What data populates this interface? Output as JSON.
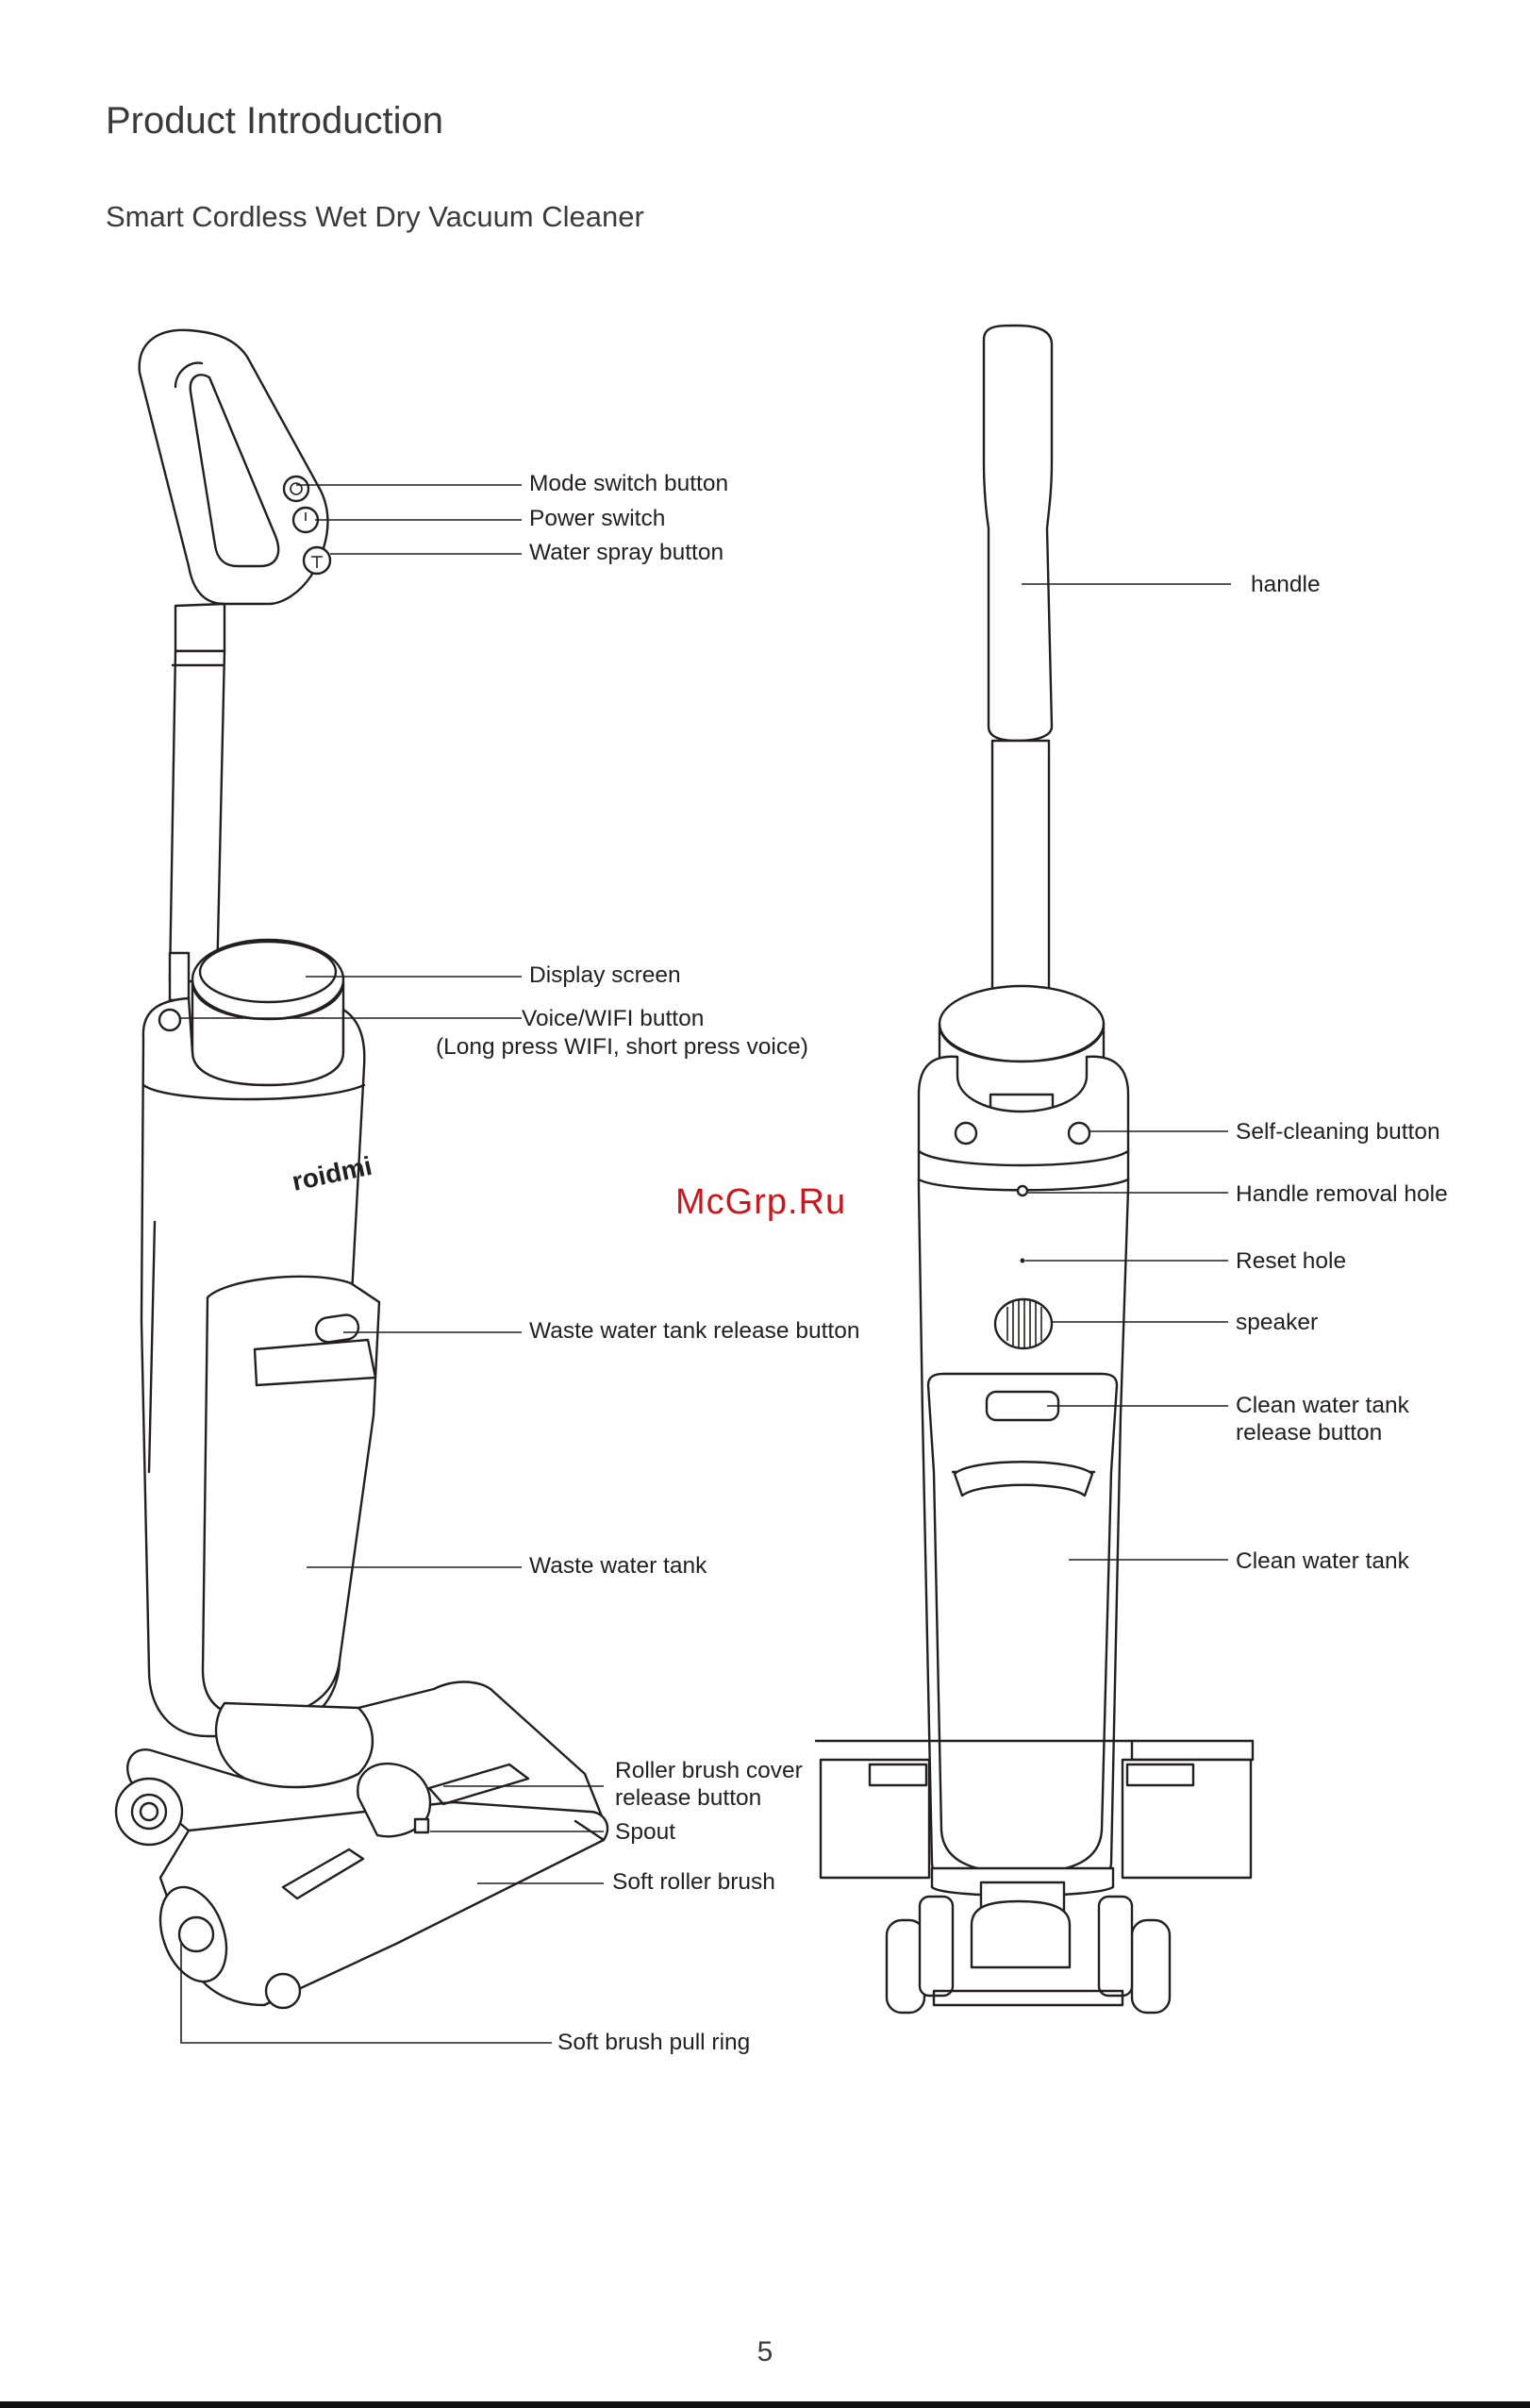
{
  "page": {
    "title": "Product Introduction",
    "subtitle": "Smart Cordless Wet Dry Vacuum Cleaner",
    "page_number": "5",
    "watermark": "McGrp.Ru",
    "brand_mark": "roidmi"
  },
  "front_view": {
    "labels": [
      {
        "key": "mode_switch",
        "text": "Mode switch button"
      },
      {
        "key": "power_switch",
        "text": "Power switch"
      },
      {
        "key": "water_spray",
        "text": "Water spray button"
      },
      {
        "key": "display_screen",
        "text": "Display screen"
      },
      {
        "key": "voice_wifi",
        "text": "Voice/WIFI button"
      },
      {
        "key": "voice_wifi_note",
        "text": "(Long press WIFI, short press voice)"
      },
      {
        "key": "waste_release",
        "text": "Waste water tank release button"
      },
      {
        "key": "waste_tank",
        "text": "Waste water tank"
      },
      {
        "key": "roller_cover_1",
        "text": "Roller brush cover"
      },
      {
        "key": "roller_cover_2",
        "text": "release button"
      },
      {
        "key": "spout",
        "text": "Spout"
      },
      {
        "key": "soft_roller",
        "text": "Soft roller brush"
      },
      {
        "key": "pull_ring",
        "text": "Soft brush pull ring"
      }
    ]
  },
  "back_view": {
    "labels": [
      {
        "key": "handle",
        "text": "handle"
      },
      {
        "key": "self_cleaning",
        "text": "Self-cleaning button"
      },
      {
        "key": "handle_removal",
        "text": "Handle removal hole"
      },
      {
        "key": "reset_hole",
        "text": "Reset hole"
      },
      {
        "key": "speaker",
        "text": "speaker"
      },
      {
        "key": "clean_release_1",
        "text": "Clean water tank"
      },
      {
        "key": "clean_release_2",
        "text": "release button"
      },
      {
        "key": "clean_tank",
        "text": "Clean water tank"
      }
    ]
  }
}
